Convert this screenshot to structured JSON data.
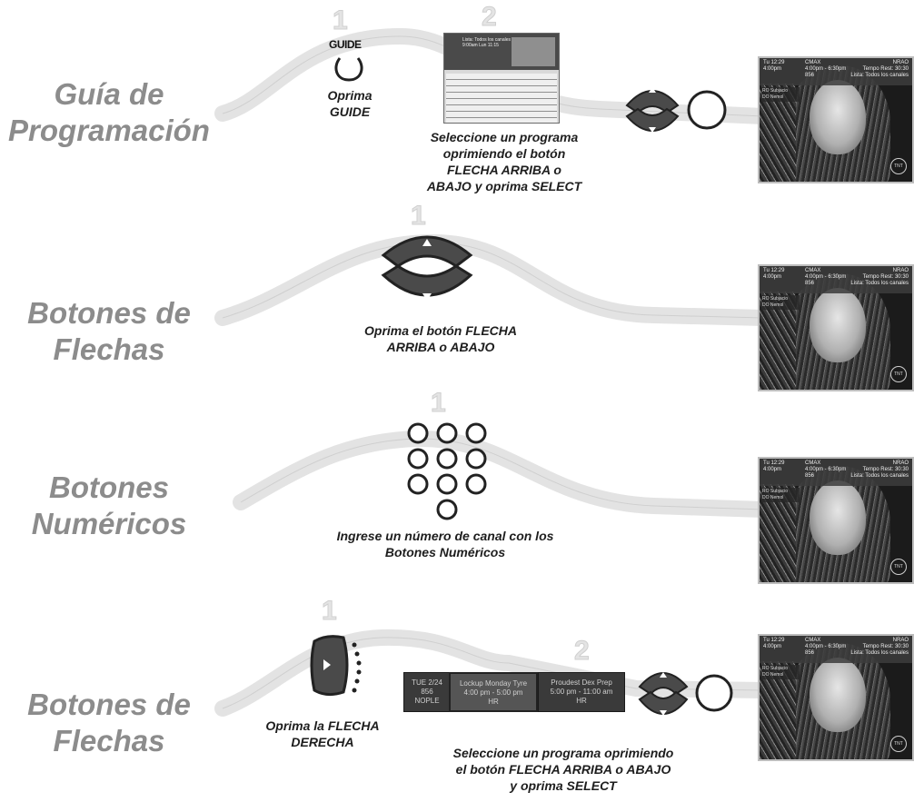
{
  "rows": [
    {
      "title_line1": "Guía de",
      "title_line2": "Programación",
      "steps": [
        "1",
        "2"
      ],
      "guide_button": {
        "label": "GUIDE",
        "caption_line1": "Oprima",
        "caption_line2": "GUIDE"
      },
      "guide_screen": {
        "header_line1": "Lista: Todos los canales",
        "header_line2": "9:00am Lun 11:15"
      },
      "caption_lines": [
        "Seleccione un programa",
        "oprimiendo el botón",
        "FLECHA ARRIBA o",
        "ABAJO y oprima SELECT"
      ]
    },
    {
      "title_line1": "Botones de",
      "title_line2": "Flechas",
      "steps": [
        "1"
      ],
      "caption_lines": [
        "Oprima el botón FLECHA",
        "ARRIBA o ABAJO"
      ]
    },
    {
      "title_line1": "Botones",
      "title_line2": "Numéricos",
      "steps": [
        "1"
      ],
      "caption_lines": [
        "Ingrese un número de canal con los",
        "Botones Numéricos"
      ]
    },
    {
      "title_line1": "Botones de",
      "title_line2": "Flechas",
      "steps": [
        "1",
        "2"
      ],
      "right_caption_lines": [
        "Oprima la FLECHA",
        "DERECHA"
      ],
      "banner_left": [
        "TUE 2/24",
        "856",
        "NOPLE"
      ],
      "banner_mid": [
        "Lockup Monday Tyre",
        "4:00 pm - 5:00 pm",
        "HR"
      ],
      "banner_right": [
        "Proudest Dex Prep",
        "5:00 pm - 11:00 am",
        "HR"
      ],
      "caption_lines": [
        "Seleccione un programa oprimiendo",
        "el botón FLECHA ARRIBA o ABAJO",
        "y oprima SELECT"
      ]
    }
  ],
  "tv_overlay": {
    "time": "Tu 12:29",
    "time2": "4:00pm",
    "network": "CMAX",
    "slot": "4:00pm - 6:30pm",
    "channel": "856",
    "network2": "CMAX",
    "right_top": "NRAO",
    "remaining": "Tempo Rest: 30:30",
    "list": "Lista: Todos los canales",
    "side1": "RO Subjacio",
    "side2": "DO Nemol",
    "logo": "TNT"
  },
  "colors": {
    "title": "#8c8c8c",
    "caption": "#1e1e1e",
    "wave": "#e6e6e6",
    "button_dark": "#4a4a4a"
  }
}
